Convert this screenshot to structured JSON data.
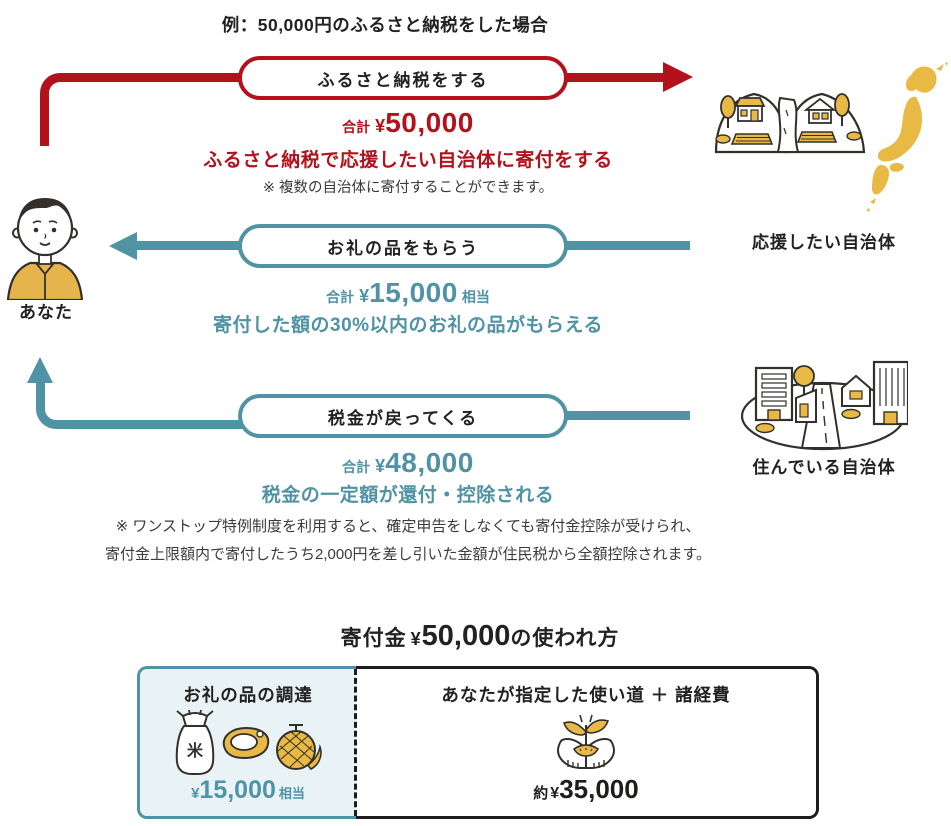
{
  "colors": {
    "red": "#b2121b",
    "teal": "#4f93a5",
    "teal_light_bg": "#e9f2f5",
    "yellow": "#e8ba45",
    "text": "#1f1f1f"
  },
  "title": "例：50,000円のふるさと納税をした場合",
  "flow": {
    "you_label": "あなた",
    "support_label": "応援したい自治体",
    "home_label": "住んでいる自治体",
    "steps": [
      {
        "pill": "ふるさと納税をする",
        "amount_prefix": "合計",
        "amount_currency": "¥",
        "amount": "50,000",
        "description": "ふるさと納税で応援したい自治体に寄付をする",
        "note": "※ 複数の自治体に寄付することができます。"
      },
      {
        "pill": "お礼の品をもらう",
        "amount_prefix": "合計",
        "amount_currency": "¥",
        "amount": "15,000",
        "amount_suffix": "相当",
        "description": "寄付した額の30%以内のお礼の品がもらえる"
      },
      {
        "pill": "税金が戻ってくる",
        "amount_prefix": "合計",
        "amount_currency": "¥",
        "amount": "48,000",
        "description": "税金の一定額が還付・控除される"
      }
    ],
    "footnote_line1": "※ ワンストップ特例制度を利用すると、確定申告をしなくても寄付金控除が受けられ、",
    "footnote_line2": "寄付金上限額内で寄付したうち2,000円を差し引いた金額が住民税から全額控除されます。"
  },
  "usage": {
    "title_prefix": "寄付金",
    "title_currency": "¥",
    "title_amount": "50,000",
    "title_suffix": "の使われ方",
    "left": {
      "label": "お礼の品の調達",
      "rice_char": "米",
      "currency": "¥",
      "amount": "15,000",
      "suffix": "相当"
    },
    "right": {
      "label": "あなたが指定した使い道 ＋ 諸経費",
      "prefix": "約",
      "currency": "¥",
      "amount": "35,000"
    }
  }
}
